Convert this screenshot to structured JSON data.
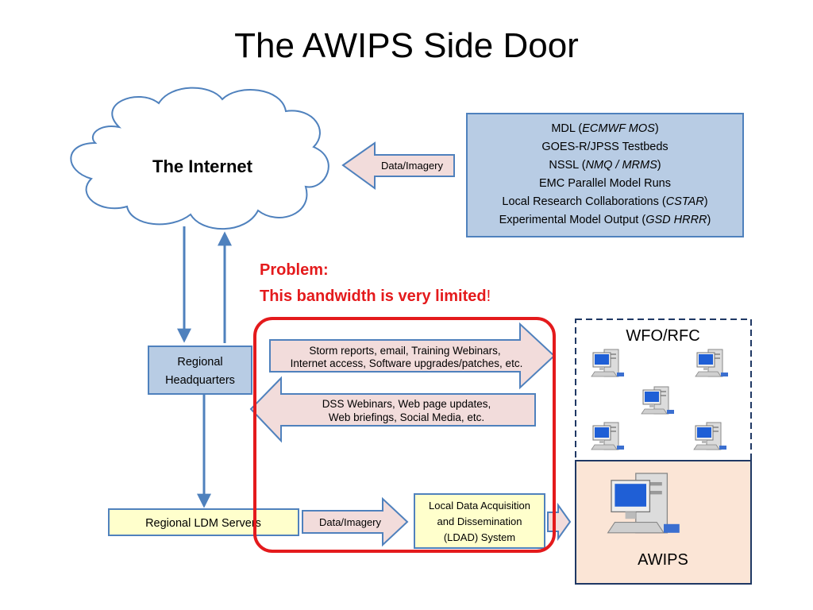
{
  "title": "The AWIPS Side Door",
  "internet": {
    "label": "The Internet"
  },
  "sources": {
    "lines": [
      {
        "plain": "MDL (",
        "italic": "ECMWF MOS",
        "tail": ")"
      },
      {
        "plain": "GOES-R/JPSS Testbeds",
        "italic": "",
        "tail": ""
      },
      {
        "plain": "NSSL (",
        "italic": "NMQ / MRMS",
        "tail": ")"
      },
      {
        "plain": "EMC Parallel Model Runs",
        "italic": "",
        "tail": ""
      },
      {
        "plain": "Local Research Collaborations (",
        "italic": "CSTAR",
        "tail": ")"
      },
      {
        "plain": "Experimental Model Output (",
        "italic": "GSD HRRR",
        "tail": ")"
      }
    ]
  },
  "arrow_top": {
    "label": "Data/Imagery"
  },
  "problem": {
    "line1": "Problem:",
    "line2": "This bandwidth is very limited",
    "line2_end": "!"
  },
  "regional_hq": {
    "line1": "Regional",
    "line2": "Headquarters"
  },
  "arrow_right": {
    "line1": "Storm reports, email, Training Webinars,",
    "line2": "Internet access, Software upgrades/patches, etc."
  },
  "arrow_left": {
    "line1": "DSS Webinars, Web page updates,",
    "line2": "Web briefings, Social Media, etc."
  },
  "wfo": {
    "label": "WFO/RFC"
  },
  "awips": {
    "label": "AWIPS"
  },
  "ldm": {
    "label": "Regional LDM Servers"
  },
  "arrow_bottom": {
    "label": "Data/Imagery"
  },
  "ldad": {
    "line1": "Local Data Acquisition",
    "line2": "and Dissemination",
    "line3": "(LDAD) System"
  },
  "colors": {
    "box_blue": "#b8cce4",
    "box_border": "#4f81bd",
    "arrow_pink": "#f2dcdb",
    "arrow_blue": "#4f81bd",
    "problem_red": "#e41a1c",
    "ldm_yellow": "#ffffcc",
    "awips_beige": "#fbe5d6"
  }
}
